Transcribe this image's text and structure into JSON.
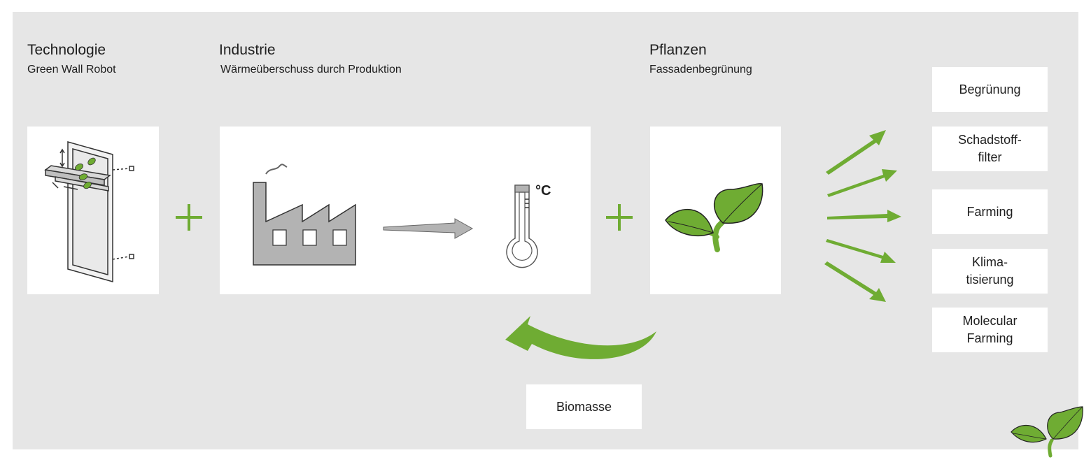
{
  "columns": [
    {
      "title": "Technologie",
      "subtitle": "Green Wall Robot"
    },
    {
      "title": "Industrie",
      "subtitle": "Wärmeüberschuss durch Produktion"
    },
    {
      "title": "Pflanzen",
      "subtitle": "Fassadenbegrünung"
    }
  ],
  "temperature_unit": "°C",
  "outputs": [
    "Begrünung",
    "Schadstoff-\nfilter",
    "Farming",
    "Klima-\ntisierung",
    "Molecular\nFarming"
  ],
  "feedback_label": "Biomasse",
  "colors": {
    "background_panel": "#e6e6e6",
    "card": "#ffffff",
    "accent_green": "#6fac33",
    "factory_gray": "#b3b3b3",
    "text": "#1e1e1e"
  },
  "icons": [
    "green-wall-robot-icon",
    "factory-icon",
    "thermometer-icon",
    "plant-leaves-icon",
    "small-plant-logo-icon"
  ]
}
